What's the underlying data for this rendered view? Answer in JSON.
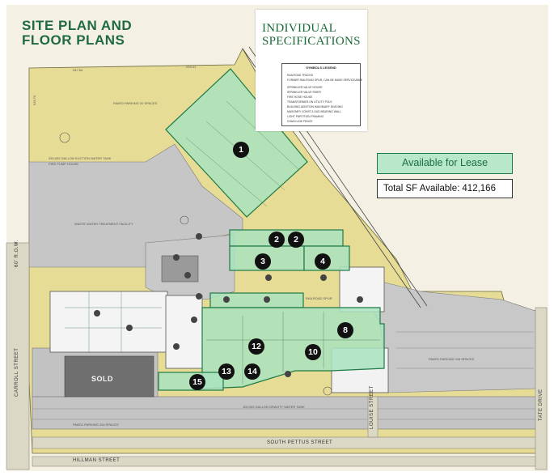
{
  "header": {
    "site_title": "SITE PLAN AND FLOOR PLANS",
    "spec_title_line1": "INDIVIDUAL",
    "spec_title_line2": "SPECIFICATIONS"
  },
  "legend": {
    "title": "SYMBOLS LEGEND",
    "items": [
      "RAILROAD TRACKS",
      "FORMER RAILROAD SPUR, CAN BE MADE SERVICEABLE",
      "SPRINKLER VALVE HOUSE",
      "SPRINKLER VALVE RISER",
      "FIRE HOSE HOUSE",
      "TRANSFORMER ON UTILITY POLE",
      "BUILDING ADDITION IMAGINARY DIVIDING",
      "MASONRY CONST./LOAD BEARING WALL",
      "LIGHT PARTITION FRAMING",
      "CHAIN LINK FENCE"
    ]
  },
  "lease": {
    "available_label": "Available for Lease",
    "total_sf_label": "Total SF Available:",
    "total_sf_value": "412,166"
  },
  "markers": [
    "1",
    "2",
    "2",
    "3",
    "4",
    "8",
    "10",
    "12",
    "13",
    "14",
    "15"
  ],
  "map_labels": {
    "sold": "SOLD",
    "caroll_street": "CARROLL STREET",
    "south_pettus": "SOUTH PETTUS STREET",
    "hillman": "HILLMAN STREET",
    "louise": "LOUISE STREET",
    "tate": "TATE DRIVE",
    "row_60": "60' R.O.W.",
    "waste_water": "WASTE WATER TREATMENT FACILITY",
    "suction_tank": "250,000 GALLON SUCTION WATER TANK",
    "fire_pump": "FIRE PUMP HOUSE",
    "paved_parking_20": "PAVED PARKING 20 SPACES",
    "paved_parking_294": "PAVED PARKING 294 SPACES",
    "paved_parking_116": "PAVED PARKING 116 SPACES",
    "railroad_spur": "RAILROAD SPUR",
    "gravity_tank": "100,000 GALLON GRAVITY WATER TANK"
  },
  "colors": {
    "lease_fill": "#b8e8c9",
    "lease_border": "#1e7a46",
    "title_green": "#1f6b3f",
    "land_yellow": "#e6dc96",
    "pavement": "#c8c8c8",
    "building": "#f2f2f2"
  }
}
